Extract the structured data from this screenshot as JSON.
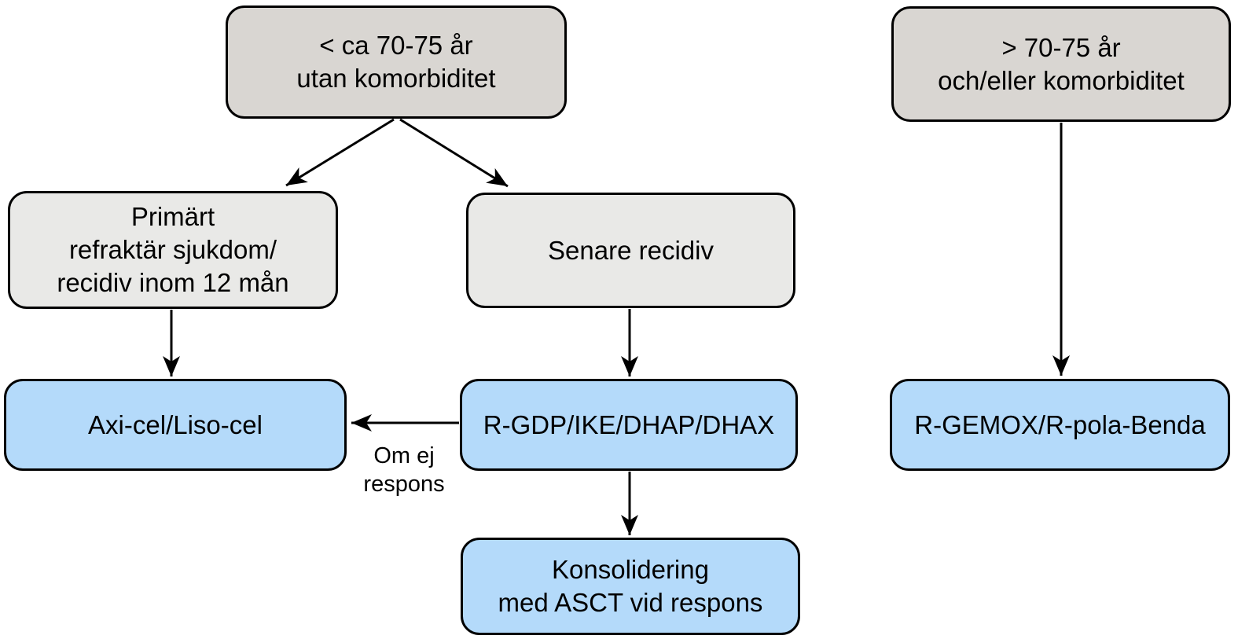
{
  "diagram": {
    "title": "Treatment algorithm flowchart (relapsed/refractory lymphoma, Swedish)",
    "nodes": {
      "age_young": {
        "label": "< ca 70-75 år\nutan komorbiditet",
        "fill": "#d9d6d2"
      },
      "age_old": {
        "label": "> 70-75 år\noch/eller komorbiditet",
        "fill": "#d9d6d2"
      },
      "primary_refractory": {
        "label": "Primärt\nrefraktär sjukdom/\nrecidiv inom 12 mån",
        "fill": "#e9e9e7"
      },
      "late_relapse": {
        "label": "Senare recidiv",
        "fill": "#e9e9e7"
      },
      "car_t": {
        "label": "Axi-cel/Liso-cel",
        "fill": "#b4dafa"
      },
      "salvage_chemo": {
        "label": "R-GDP/IKE/DHAP/DHAX",
        "fill": "#b4dafa"
      },
      "consolidation": {
        "label": "Konsolidering\nmed ASCT vid respons",
        "fill": "#b4dafa"
      },
      "elderly_regimen": {
        "label": "R-GEMOX/R-pola-Benda",
        "fill": "#b4dafa"
      }
    },
    "edge_labels": {
      "no_response": "Om ej\nrespons"
    },
    "colors": {
      "box_gray_dark": "#d9d6d2",
      "box_gray_light": "#e9e9e7",
      "box_blue": "#b4dafa",
      "border": "#000000",
      "text": "#000000",
      "background": "#ffffff"
    }
  }
}
